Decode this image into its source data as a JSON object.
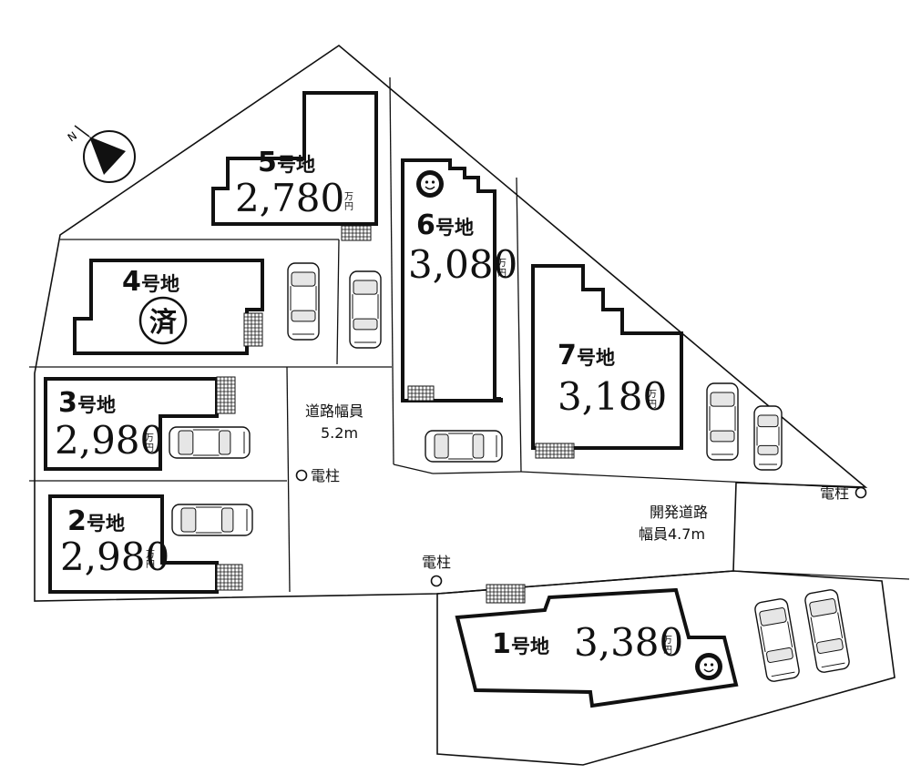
{
  "lots": [
    {
      "id": "1",
      "number": "1",
      "suffix": "号地",
      "price": "3,380",
      "unit_top": "万",
      "unit_bottom": "円"
    },
    {
      "id": "2",
      "number": "2",
      "suffix": "号地",
      "price": "2,980",
      "unit_top": "万",
      "unit_bottom": "円"
    },
    {
      "id": "3",
      "number": "3",
      "suffix": "号地",
      "price": "2,980",
      "unit_top": "万",
      "unit_bottom": "円"
    },
    {
      "id": "4",
      "number": "4",
      "suffix": "号地",
      "sold_mark": "済"
    },
    {
      "id": "5",
      "number": "5",
      "suffix": "号地",
      "price": "2,780",
      "unit_top": "万",
      "unit_bottom": "円"
    },
    {
      "id": "6",
      "number": "6",
      "suffix": "号地",
      "price": "3,080",
      "unit_top": "万",
      "unit_bottom": "円"
    },
    {
      "id": "7",
      "number": "7",
      "suffix": "号地",
      "price": "3,180",
      "unit_top": "万",
      "unit_bottom": "円"
    }
  ],
  "roads": {
    "road_a_line1": "道路幅員",
    "road_a_line2": "5.2m",
    "road_b_line1": "開発道路",
    "road_b_line2": "幅員4.7m"
  },
  "poles": {
    "pole_1": "電柱",
    "pole_2": "電柱",
    "pole_3": "電柱"
  },
  "compass": {
    "north": "N",
    "icon": "north-arrow-icon"
  },
  "icons": {
    "car": "car-icon",
    "sun": "sun-badge-icon",
    "parking": "parking-grid-icon",
    "pole": "utility-pole-icon"
  }
}
